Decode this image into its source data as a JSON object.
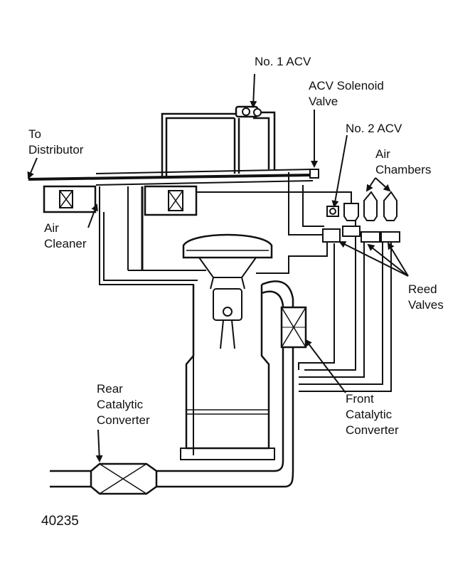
{
  "labels": {
    "to_distributor": [
      "To",
      "Distributor"
    ],
    "no1_acv": "No. 1 ACV",
    "acv_solenoid": [
      "ACV Solenoid",
      "Valve"
    ],
    "no2_acv": "No. 2 ACV",
    "air_chambers": [
      "Air",
      "Chambers"
    ],
    "air_cleaner": [
      "Air",
      "Cleaner"
    ],
    "reed_valves": [
      "Reed",
      "Valves"
    ],
    "rear_cat": [
      "Rear",
      "Catalytic",
      "Converter"
    ],
    "front_cat": [
      "Front",
      "Catalytic",
      "Converter"
    ],
    "figure_number": "40235"
  },
  "colors": {
    "ink": "#111111",
    "paper": "#ffffff"
  }
}
